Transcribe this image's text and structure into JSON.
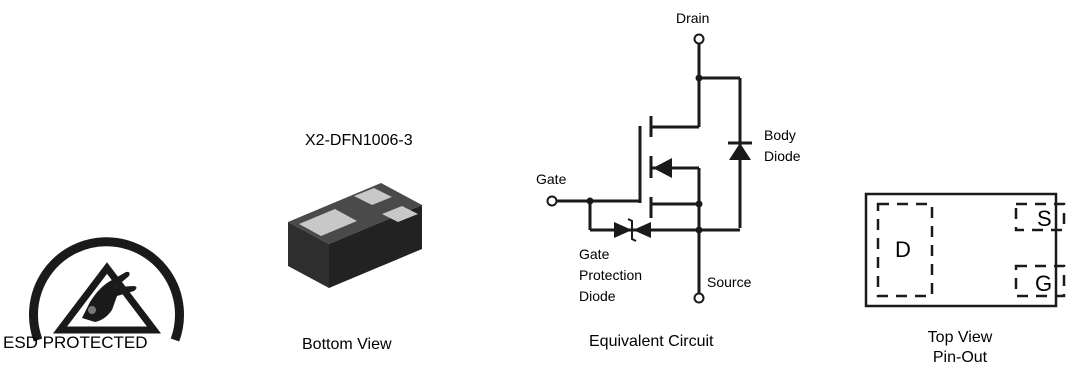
{
  "esd": {
    "label": "ESD PROTECTED"
  },
  "package": {
    "name": "X2-DFN1006-3",
    "caption": "Bottom View"
  },
  "circuit": {
    "caption": "Equivalent Circuit",
    "drain": "Drain",
    "gate": "Gate",
    "source": "Source",
    "body_diode_line1": "Body",
    "body_diode_line2": "Diode",
    "gpd_line1": "Gate",
    "gpd_line2": "Protection",
    "gpd_line3": "Diode"
  },
  "pinout": {
    "caption_line1": "Top View",
    "caption_line2": "Pin-Out",
    "pin_d": "D",
    "pin_s": "S",
    "pin_g": "G"
  }
}
